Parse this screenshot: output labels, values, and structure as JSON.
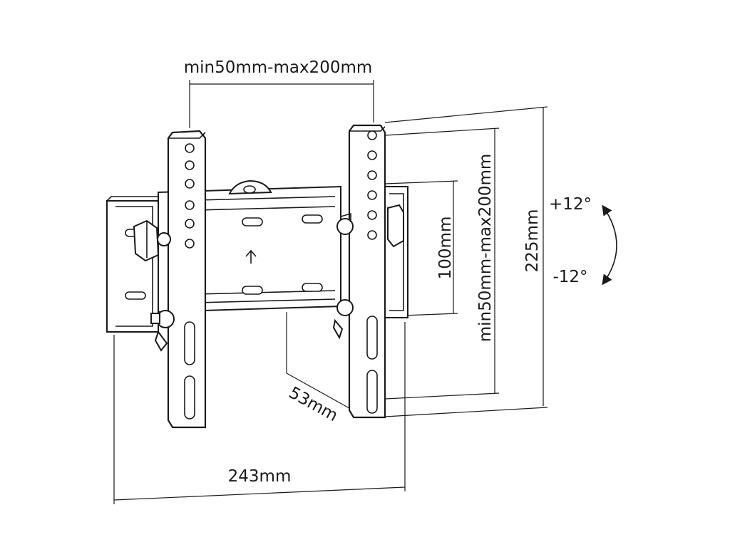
{
  "diagram": {
    "labels": {
      "top_width": "min50mm-max200mm",
      "vertical_span": "min50mm-max200mm",
      "plate_height": "100mm",
      "total_height": "225mm",
      "depth": "53mm",
      "total_width": "243mm",
      "tilt_up": "+12°",
      "tilt_down": "-12°"
    },
    "icons": {
      "up_arrow": "up-arrow-icon",
      "tilt_arrow": "curved-double-arrow-icon"
    }
  }
}
